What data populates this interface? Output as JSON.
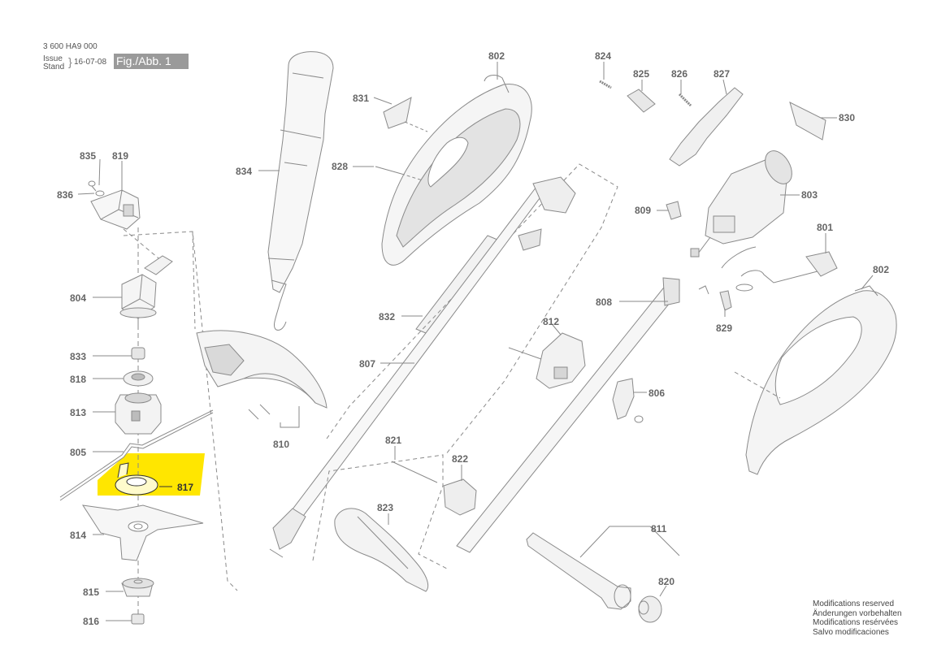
{
  "header": {
    "doc_number": "3 600 HA9 000",
    "issue_label": "Issue",
    "stand_label": "Stand",
    "date": "16-07-08",
    "figure": "Fig./Abb. 1"
  },
  "notice": {
    "lines": [
      "Modifications reserved",
      "Änderungen vorbehalten",
      "Modifications resérvées",
      "Salvo modificaciones"
    ]
  },
  "highlight_color": "#ffe600",
  "parts": {
    "p801": "801",
    "p802a": "802",
    "p802b": "802",
    "p803": "803",
    "p804": "804",
    "p805": "805",
    "p806": "806",
    "p807": "807",
    "p808": "808",
    "p809": "809",
    "p810": "810",
    "p811": "811",
    "p812": "812",
    "p813": "813",
    "p814": "814",
    "p815": "815",
    "p816": "816",
    "p817": "817",
    "p818": "818",
    "p819": "819",
    "p820": "820",
    "p821": "821",
    "p822": "822",
    "p823": "823",
    "p824": "824",
    "p825": "825",
    "p826": "826",
    "p827": "827",
    "p828": "828",
    "p829": "829",
    "p830": "830",
    "p831": "831",
    "p832": "832",
    "p833": "833",
    "p834": "834",
    "p835": "835",
    "p836": "836"
  }
}
